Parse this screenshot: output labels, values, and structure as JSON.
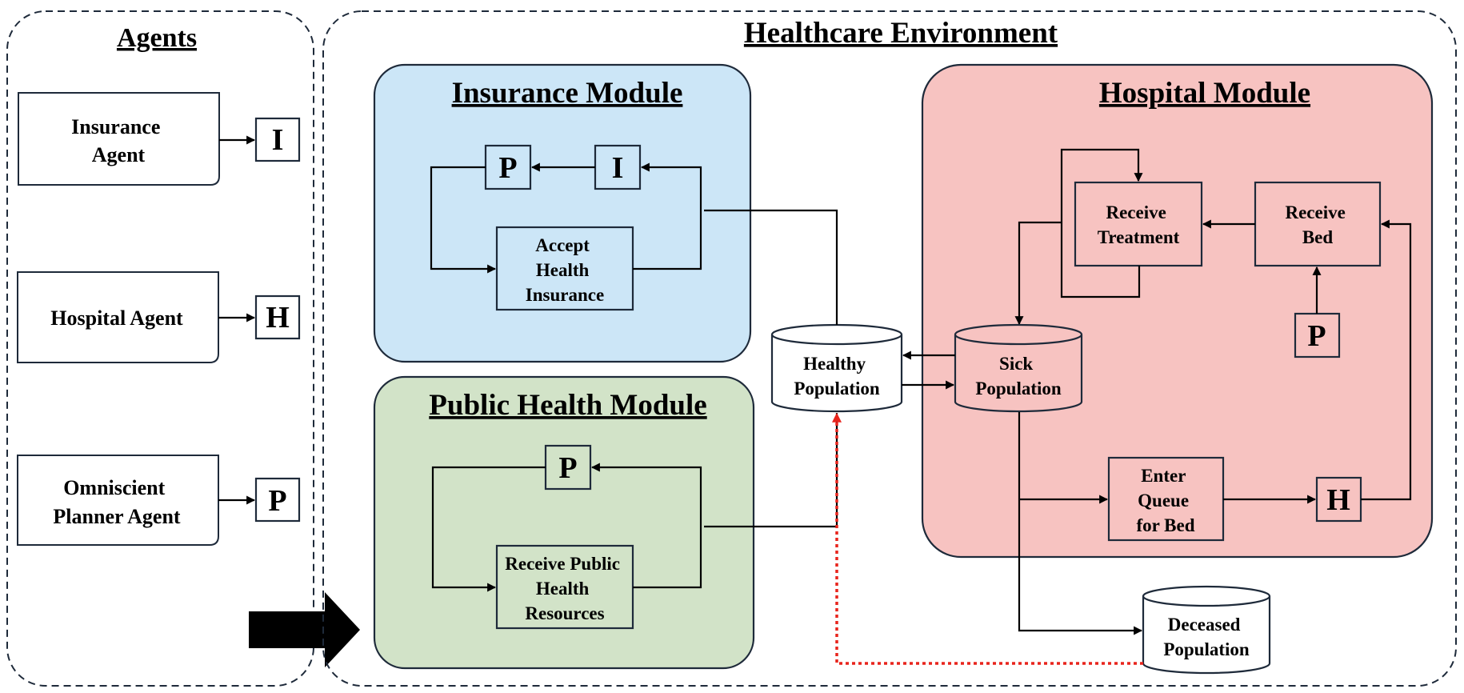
{
  "agents_panel": {
    "title": "Agents",
    "items": [
      {
        "label_lines": [
          "Insurance",
          "Agent"
        ],
        "symbol": "I"
      },
      {
        "label_lines": [
          "Hospital Agent"
        ],
        "symbol": "H"
      },
      {
        "label_lines": [
          "Omniscient",
          "Planner Agent"
        ],
        "symbol": "P"
      }
    ]
  },
  "environment": {
    "title": "Healthcare Environment",
    "insurance_module": {
      "title": "Insurance Module",
      "symbols": [
        "P",
        "I"
      ],
      "action_lines": [
        "Accept",
        "Health",
        "Insurance"
      ],
      "color": "#cce6f7"
    },
    "public_health_module": {
      "title": "Public Health Module",
      "symbols": [
        "P"
      ],
      "action_lines": [
        "Receive Public",
        "Health",
        "Resources"
      ],
      "color": "#d2e3c8"
    },
    "hospital_module": {
      "title": "Hospital Module",
      "receive_treatment_lines": [
        "Receive",
        "Treatment"
      ],
      "receive_bed_lines": [
        "Receive",
        "Bed"
      ],
      "enter_queue_lines": [
        "Enter",
        "Queue",
        "for Bed"
      ],
      "symbols": [
        "P",
        "H"
      ],
      "color": "#f7c3c1"
    },
    "populations": {
      "healthy": [
        "Healthy",
        "Population"
      ],
      "sick": [
        "Sick",
        "Population"
      ],
      "deceased": [
        "Deceased",
        "Population"
      ]
    },
    "dotted_arrow_color": "#e8241c"
  }
}
